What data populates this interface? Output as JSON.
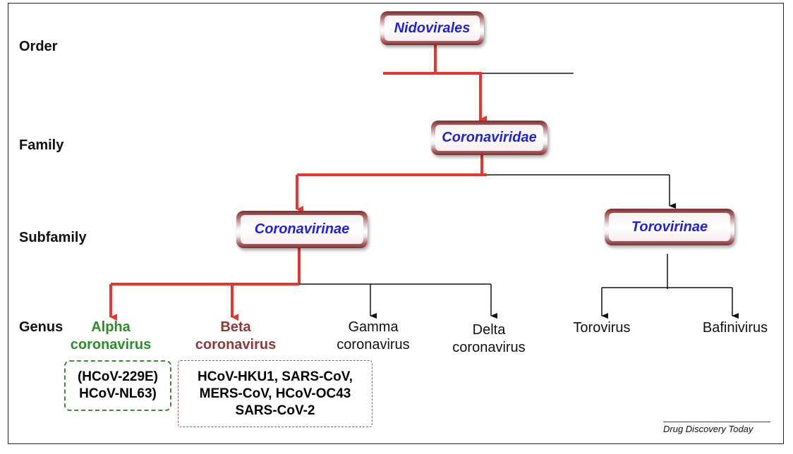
{
  "ranks": {
    "order": "Order",
    "family": "Family",
    "subfamily": "Subfamily",
    "genus": "Genus"
  },
  "nodes": {
    "order": "Nidovirales",
    "family": "Coronaviridae",
    "subfamily_corona": "Coronavirinae",
    "subfamily_toro": "Torovirinae"
  },
  "genera": {
    "alpha": [
      "Alpha",
      "coronavirus"
    ],
    "beta": [
      "Beta",
      "coronavirus"
    ],
    "gamma": [
      "Gamma",
      "coronavirus"
    ],
    "delta": [
      "Delta",
      "coronavirus"
    ],
    "torovirus": "Torovirus",
    "bafinivirus": "Bafinivirus"
  },
  "species": {
    "alpha": [
      "(HCoV-229E)",
      "HCoV-NL63)"
    ],
    "beta": [
      "HCoV-HKU1, SARS-CoV,",
      "MERS-CoV, HCoV-OC43",
      "SARS-CoV-2"
    ]
  },
  "credit": "Drug Discovery Today",
  "colors": {
    "highlight_path": "#e8352f",
    "plain_path": "#111111",
    "node_text": "#1f1ee6",
    "alpha": "#2e8b2a",
    "beta": "#8b3a3a"
  }
}
